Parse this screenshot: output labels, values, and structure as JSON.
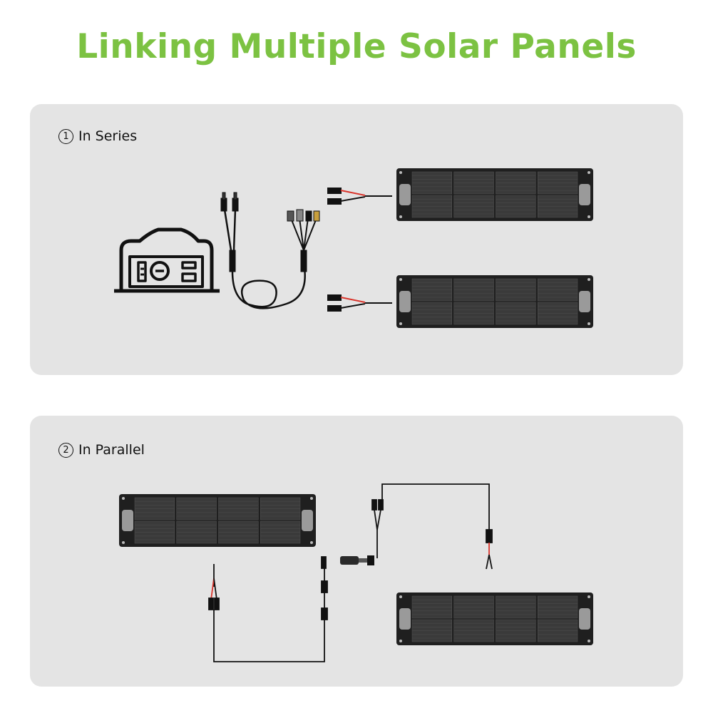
{
  "title": "Linking Multiple Solar Panels",
  "colors": {
    "title": "#7cc242",
    "card_bg": "#e4e4e4",
    "panel_frame": "#1f1f1f",
    "panel_cell": "#3a3a3a",
    "cable": "#111111",
    "red_wire": "#d9342b"
  },
  "sections": {
    "series": {
      "number": "1",
      "label": "In Series"
    },
    "parallel": {
      "number": "2",
      "label": "In Parallel"
    }
  }
}
